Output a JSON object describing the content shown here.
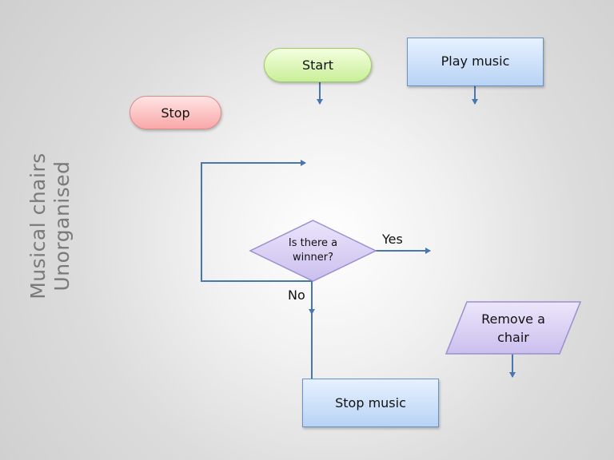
{
  "side_title": {
    "line1": "Musical chairs",
    "line2": "Unorganised"
  },
  "nodes": {
    "start": "Start",
    "stop": "Stop",
    "play_music": "Play music",
    "decision_line1": "Is there a",
    "decision_line2": "winner?",
    "remove_line1": "Remove a",
    "remove_line2": "chair",
    "stop_music": "Stop music"
  },
  "edge_labels": {
    "yes": "Yes",
    "no": "No"
  },
  "colors": {
    "connector": "#4a76b0",
    "start_fill": "#d9f7b8",
    "stop_fill": "#fbc4c4",
    "process_fill": "#c8dcf7",
    "decision_fill": "#d9d0f2",
    "title_text": "#7a7a7a"
  }
}
